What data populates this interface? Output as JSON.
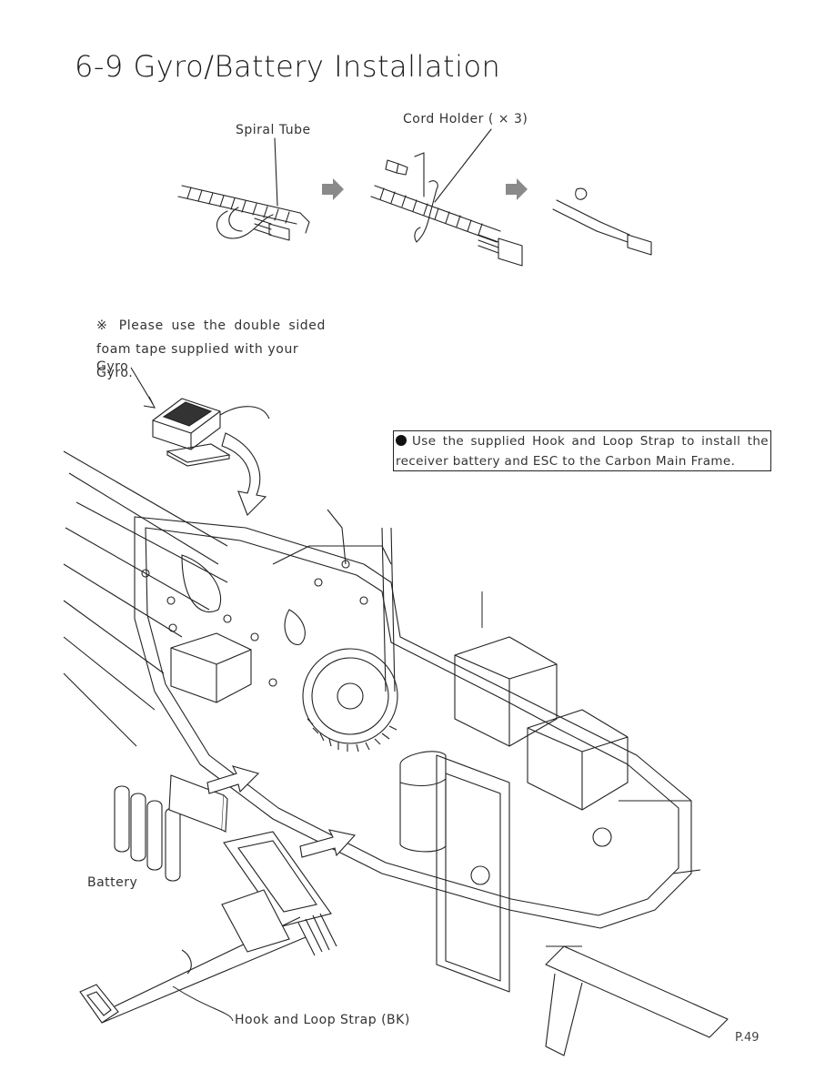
{
  "page": {
    "title": "6-9 Gyro/Battery Installation",
    "page_number": "P.49"
  },
  "callouts": {
    "spiral_tube": "Spiral Tube",
    "cord_holder": "Cord Holder ( × 3)",
    "gyro": "Gyro",
    "battery": "Battery",
    "hook_loop_strap": "Hook and Loop Strap (BK)"
  },
  "notes": {
    "tape_line1": "※ Please use the double sided",
    "tape_line2": "foam tape supplied with your Gyro.",
    "strap_line1": "Use the supplied Hook and Loop Strap to install the",
    "strap_line2": "receiver battery and ESC to the Carbon Main Frame."
  },
  "icons": {
    "step_arrow": "right-arrow-icon",
    "bullet": "filled-circle-icon"
  },
  "colors": {
    "ink": "#222222",
    "arrow_gray": "#8a8a8a"
  }
}
